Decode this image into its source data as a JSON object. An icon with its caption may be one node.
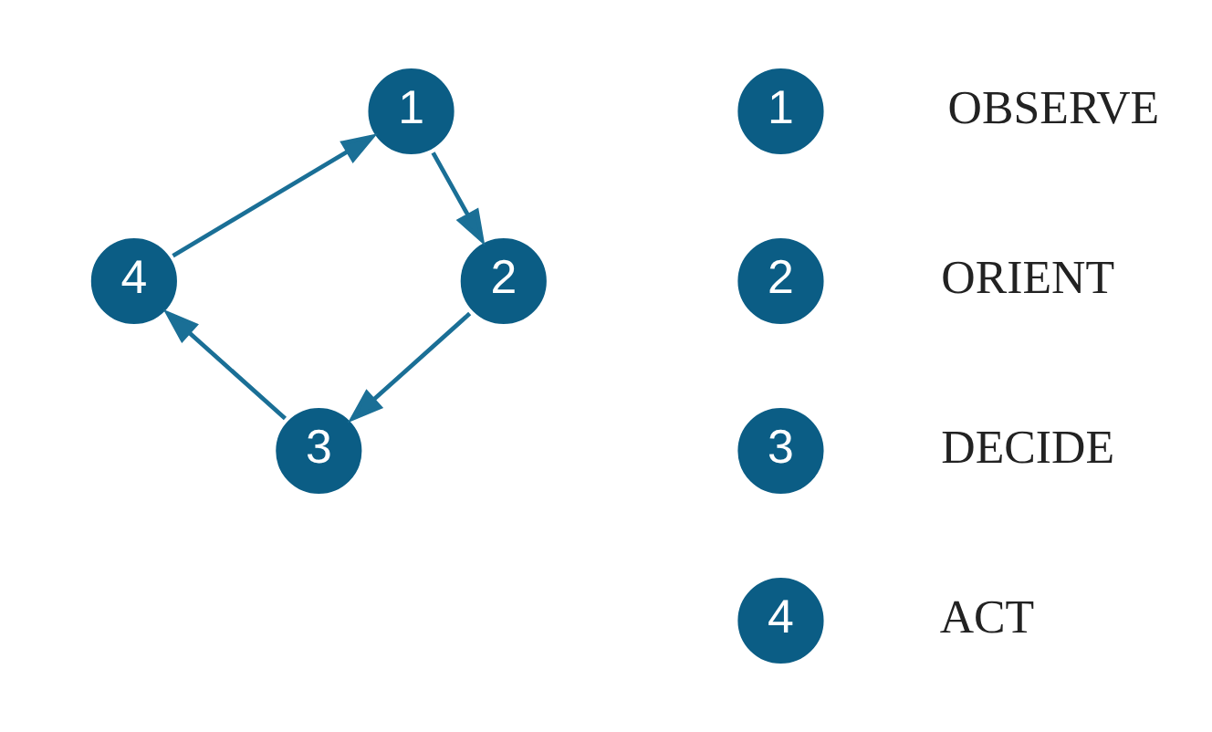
{
  "diagram": {
    "nodes": [
      {
        "text": [
          "1"
        ]
      },
      {
        "text": [
          "2"
        ]
      },
      {
        "text": [
          "3"
        ]
      },
      {
        "text": [
          "4"
        ]
      },
      {
        "text": [
          "1"
        ],
        "beside": [
          "OBSERVE"
        ]
      },
      {
        "text": [
          "2"
        ],
        "beside": [
          "ORIENT"
        ]
      },
      {
        "text": [
          "3"
        ],
        "beside": [
          "DECIDE"
        ]
      },
      {
        "text": [
          "4"
        ],
        "beside": [
          "ACT"
        ]
      }
    ],
    "edges": [
      {
        "from": 0,
        "to": 1,
        "arrow": "to"
      },
      {
        "from": 1,
        "to": 2,
        "arrow": "to"
      },
      {
        "from": 2,
        "to": 3,
        "arrow": "to"
      },
      {
        "from": 3,
        "to": 0,
        "arrow": "to"
      }
    ]
  }
}
